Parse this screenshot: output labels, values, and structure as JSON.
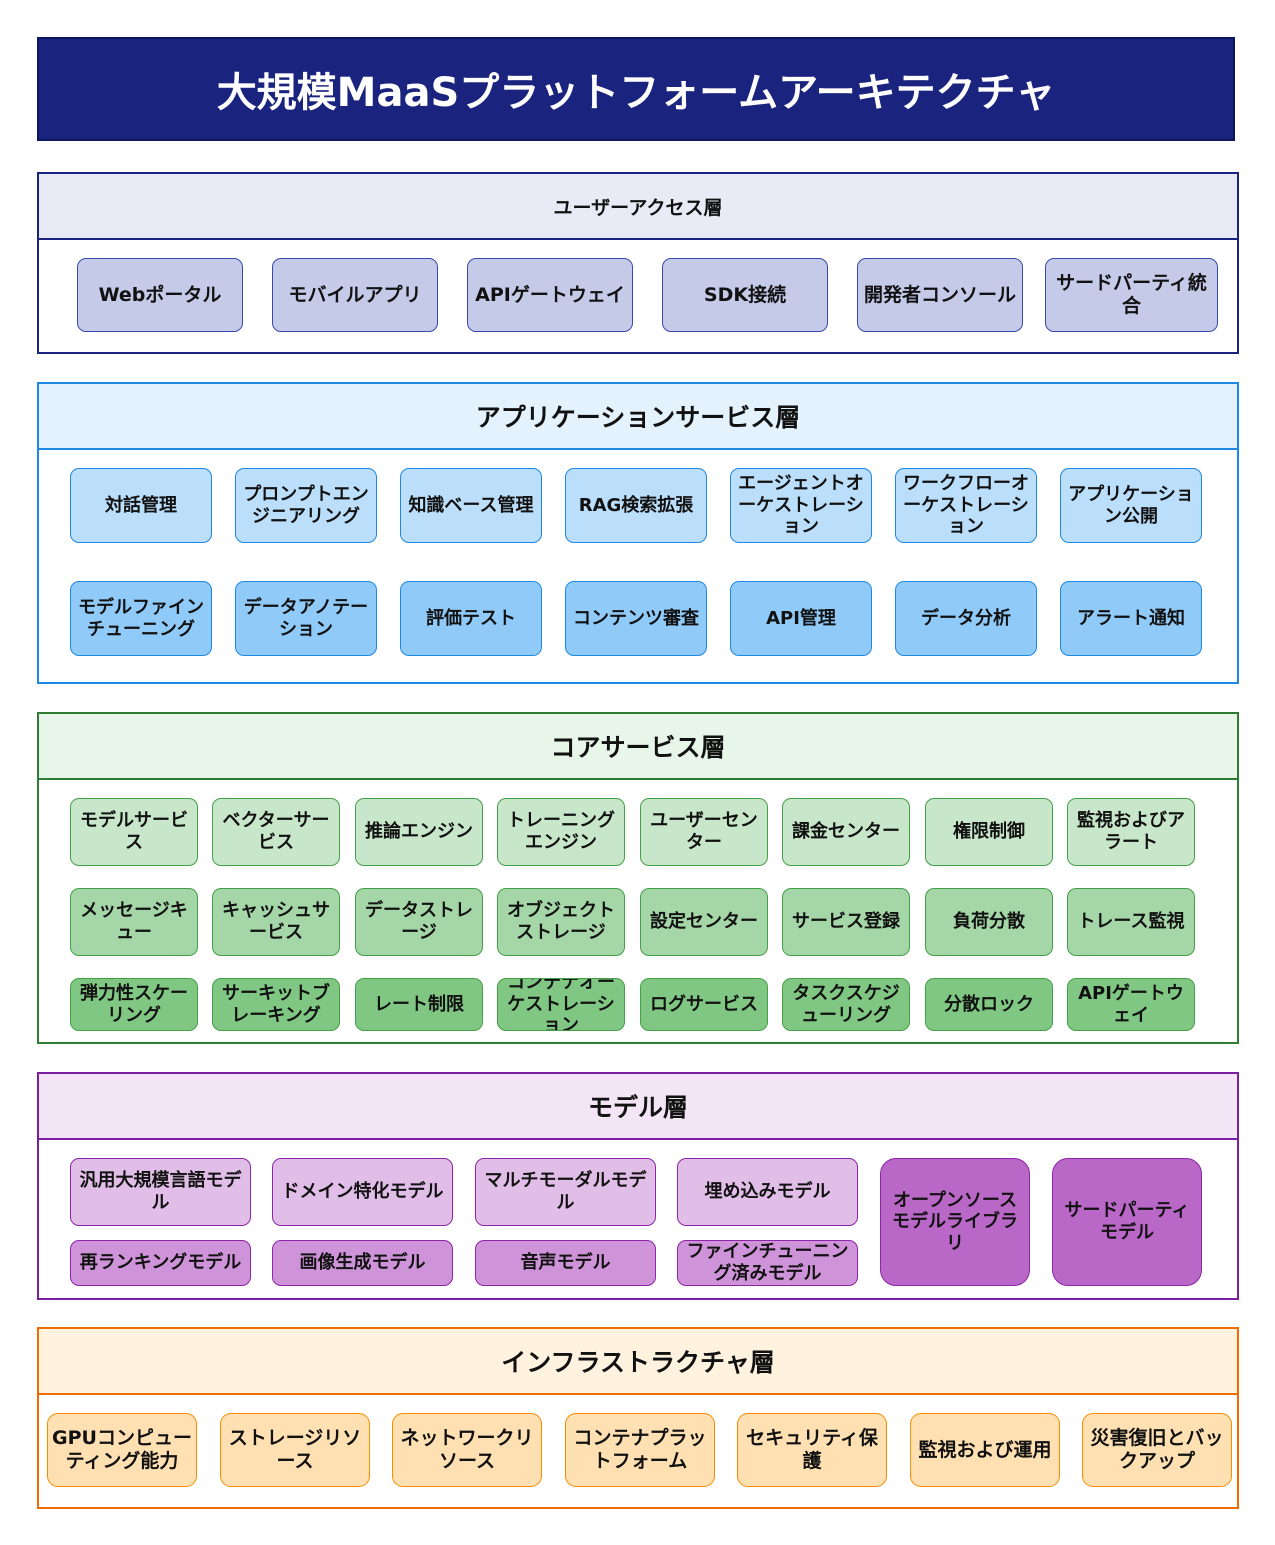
{
  "title": "大規模MaaSプラットフォームアーキテクチャ",
  "layers": {
    "user": {
      "title": "ユーザーアクセス層",
      "items": [
        "Webポータル",
        "モバイルアプリ",
        "APIゲートウェイ",
        "SDK接続",
        "開発者コンソール",
        "サードパーティ統合"
      ]
    },
    "app": {
      "title": "アプリケーションサービス層",
      "row1": [
        "対話管理",
        "プロンプトエンジニアリング",
        "知識ベース管理",
        "RAG検索拡張",
        "エージェントオーケストレーション",
        "ワークフローオーケストレーション",
        "アプリケーション公開"
      ],
      "row2": [
        "モデルファインチューニング",
        "データアノテーション",
        "評価テスト",
        "コンテンツ審査",
        "API管理",
        "データ分析",
        "アラート通知"
      ]
    },
    "core": {
      "title": "コアサービス層",
      "row1": [
        "モデルサービス",
        "ベクターサービス",
        "推論エンジン",
        "トレーニングエンジン",
        "ユーザーセンター",
        "課金センター",
        "権限制御",
        "監視およびアラート"
      ],
      "row2": [
        "メッセージキュー",
        "キャッシュサービス",
        "データストレージ",
        "オブジェクトストレージ",
        "設定センター",
        "サービス登録",
        "負荷分散",
        "トレース監視"
      ],
      "row3": [
        "弾力性スケーリング",
        "サーキットブレーキング",
        "レート制限",
        "コンテナオーケストレーション",
        "ログサービス",
        "タスクスケジューリング",
        "分散ロック",
        "APIゲートウェイ"
      ]
    },
    "model": {
      "title": "モデル層",
      "row1": [
        "汎用大規模言語モデル",
        "ドメイン特化モデル",
        "マルチモーダルモデル",
        "埋め込みモデル"
      ],
      "row2": [
        "再ランキングモデル",
        "画像生成モデル",
        "音声モデル",
        "ファインチューニング済みモデル"
      ],
      "large": [
        "オープンソースモデルライブラリ",
        "サードパーティモデル"
      ]
    },
    "infra": {
      "title": "インフラストラクチャ層",
      "items": [
        "GPUコンピューティング能力",
        "ストレージリソース",
        "ネットワークリソース",
        "コンテナプラットフォーム",
        "セキュリティ保護",
        "監視および運用",
        "災害復旧とバックアップ"
      ]
    }
  }
}
